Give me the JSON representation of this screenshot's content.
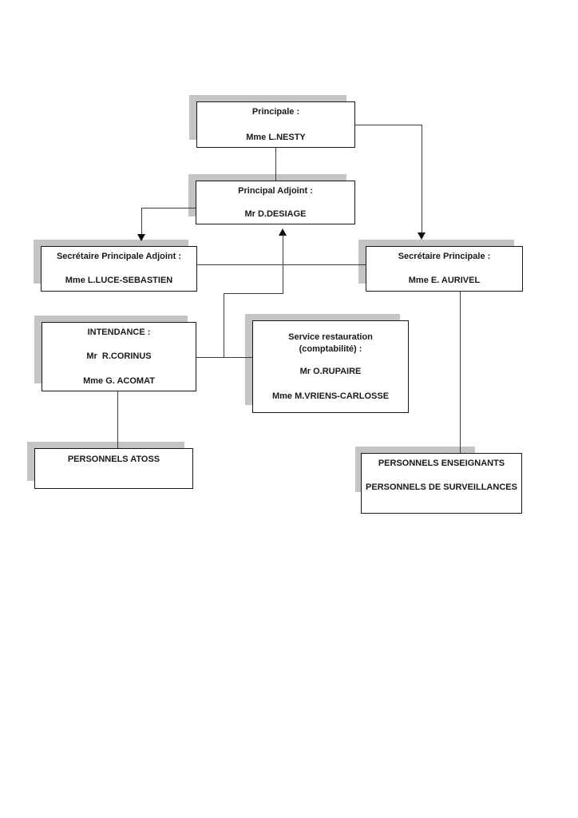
{
  "diagram": {
    "kind": "school-administration-org-chart",
    "nodes": {
      "principale": {
        "title": "Principale :",
        "name": "Mme L.NESTY"
      },
      "principal_adjoint": {
        "title": "Principal Adjoint :",
        "name": "Mr D.DESIAGE"
      },
      "secretaire_principale_adjoint": {
        "title": "Secrétaire Principale Adjoint :",
        "name": "Mme L.LUCE-SEBASTIEN"
      },
      "secretaire_principale": {
        "title": "Secrétaire Principale :",
        "name": "Mme E. AURIVEL"
      },
      "intendance": {
        "title": "INTENDANCE :",
        "name1": "Mr  R.CORINUS",
        "name2": "Mme G. ACOMAT"
      },
      "service_restauration": {
        "title_line1": "Service restauration",
        "title_line2": "(comptabilité) :",
        "name1": "Mr O.RUPAIRE",
        "name2": "Mme M.VRIENS-CARLOSSE"
      },
      "personnels_atoss": {
        "label": "PERSONNELS ATOSS"
      },
      "personnels_enseignants": {
        "label1": "PERSONNELS ENSEIGNANTS",
        "label2": "PERSONNELS DE SURVEILLANCES"
      }
    },
    "colors": {
      "background": "#ffffff",
      "box_border": "#161616",
      "box_shadow": "#c4c4c4",
      "connector_line": "#3a3a3a",
      "text": "#1a1a1a"
    }
  }
}
